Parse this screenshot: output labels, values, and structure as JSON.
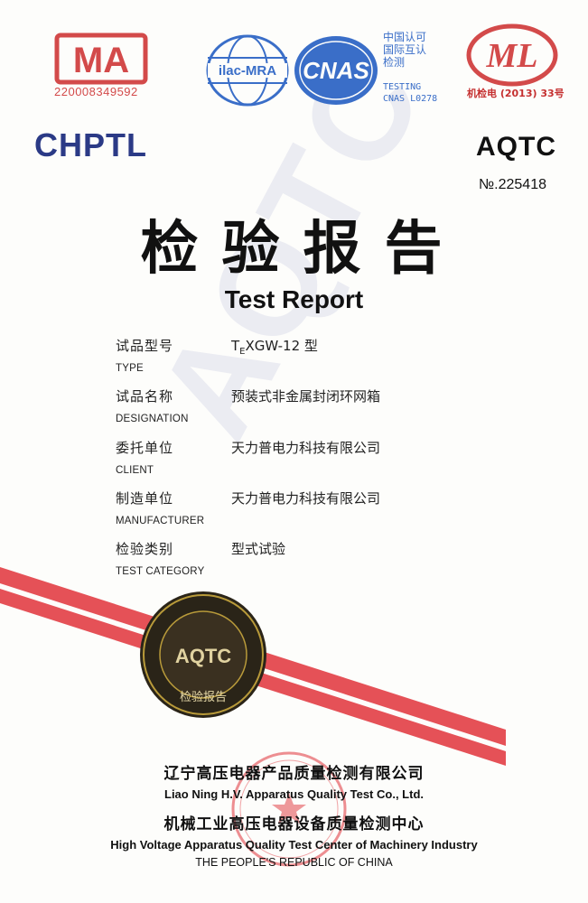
{
  "header": {
    "cma_logo_label": "MA",
    "cma_number": "220008349592",
    "ilac_label": "ilac-MRA",
    "cnas_logo_label": "CNAS",
    "cnas_cn_line1": "中国认可",
    "cnas_cn_line2": "国际互认",
    "cnas_cn_line3": "检测",
    "cnas_en_line1": "TESTING",
    "cnas_en_line2": "CNAS L0278",
    "ml_logo_label": "ML",
    "ml_number": "机检电 (2013) 33号",
    "chptl": "CHPTL",
    "aqtc": "AQTC",
    "report_no": "№.225418"
  },
  "title": {
    "cn": "检验报告",
    "en": "Test Report"
  },
  "fields": {
    "type": {
      "label_cn": "试品型号",
      "label_en": "TYPE",
      "value_main": "T",
      "value_sub": "E",
      "value_rest": "XGW-12 型"
    },
    "designation": {
      "label_cn": "试品名称",
      "label_en": "DESIGNATION",
      "value": "预装式非金属封闭环网箱"
    },
    "client": {
      "label_cn": "委托单位",
      "label_en": "CLIENT",
      "value": "天力普电力科技有限公司"
    },
    "manufacturer": {
      "label_cn": "制造单位",
      "label_en": "MANUFACTURER",
      "value": "天力普电力科技有限公司"
    },
    "category": {
      "label_cn": "检验类别",
      "label_en": "TEST CATEGORY",
      "value": "型式试验"
    }
  },
  "watermark": "AQTC",
  "seal": {
    "center": "AQTC",
    "bottom": "检验报告"
  },
  "footer": {
    "org_cn": "辽宁高压电器产品质量检测有限公司",
    "org_en": "Liao Ning H.V. Apparatus Quality Test Co., Ltd.",
    "center_cn": "机械工业高压电器设备质量检测中心",
    "center_en": "High Voltage Apparatus Quality Test Center of Machinery Industry",
    "country": "THE PEOPLE'S REPUBLIC OF CHINA"
  },
  "colors": {
    "cma_red": "#d34a4a",
    "cnas_blue": "#3a6ec8",
    "chptl_navy": "#2b3a86",
    "red_band": "#e0333a",
    "seal_gold": "#b89a3a"
  }
}
